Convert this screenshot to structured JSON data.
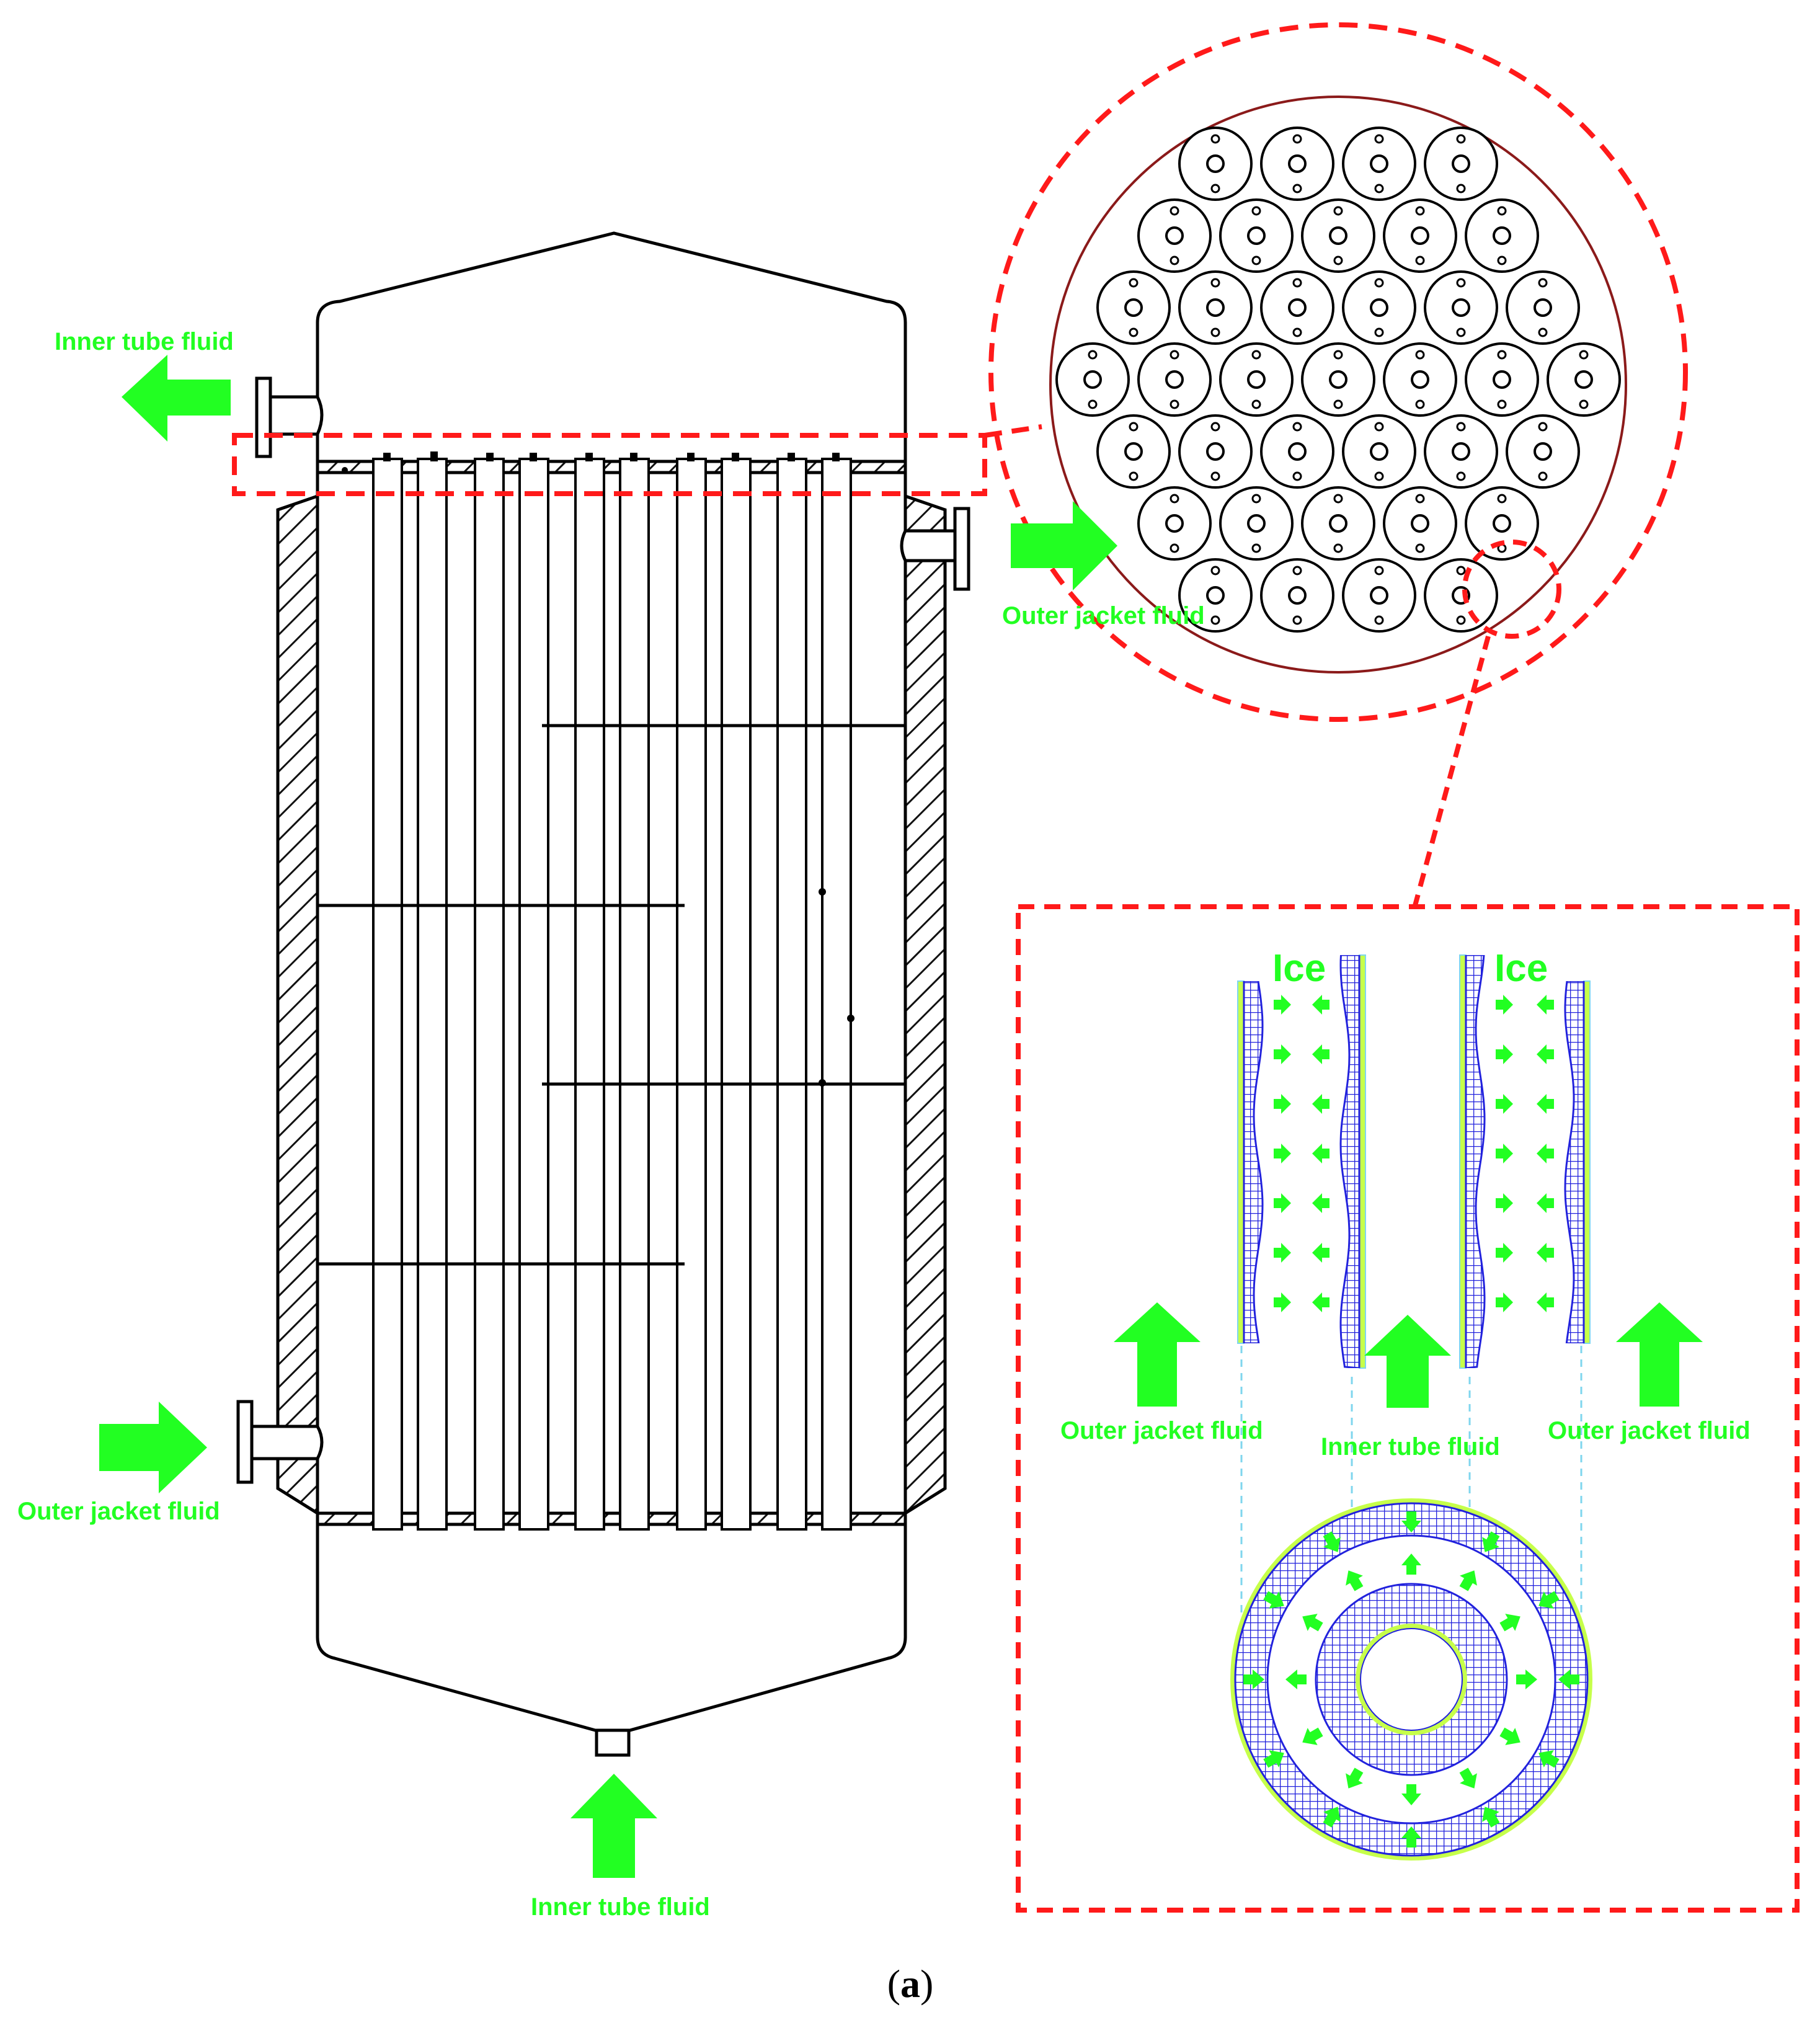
{
  "labels": {
    "inner_tube_fluid_top": "Inner tube fluid",
    "outer_jacket_fluid_right": "Outer jacket fluid",
    "outer_jacket_fluid_left": "Outer jacket fluid",
    "inner_tube_fluid_bottom": "Inner tube fluid",
    "detail_outer_left": "Outer jacket fluid",
    "detail_inner": "Inner tube fluid",
    "detail_outer_right": "Outer jacket fluid",
    "ice_left": "Ice",
    "ice_right": "Ice"
  },
  "caption": {
    "open": "(",
    "letter": "a",
    "close": ")"
  },
  "colors": {
    "flow_arrow": "#22ff22",
    "callout": "#ff1a1a",
    "ice": "#2222dd",
    "wall_highlight": "#c6ff4a",
    "guide": "#7fd6ee",
    "outline": "#000000",
    "bundle_rim": "#8b1a1a"
  }
}
